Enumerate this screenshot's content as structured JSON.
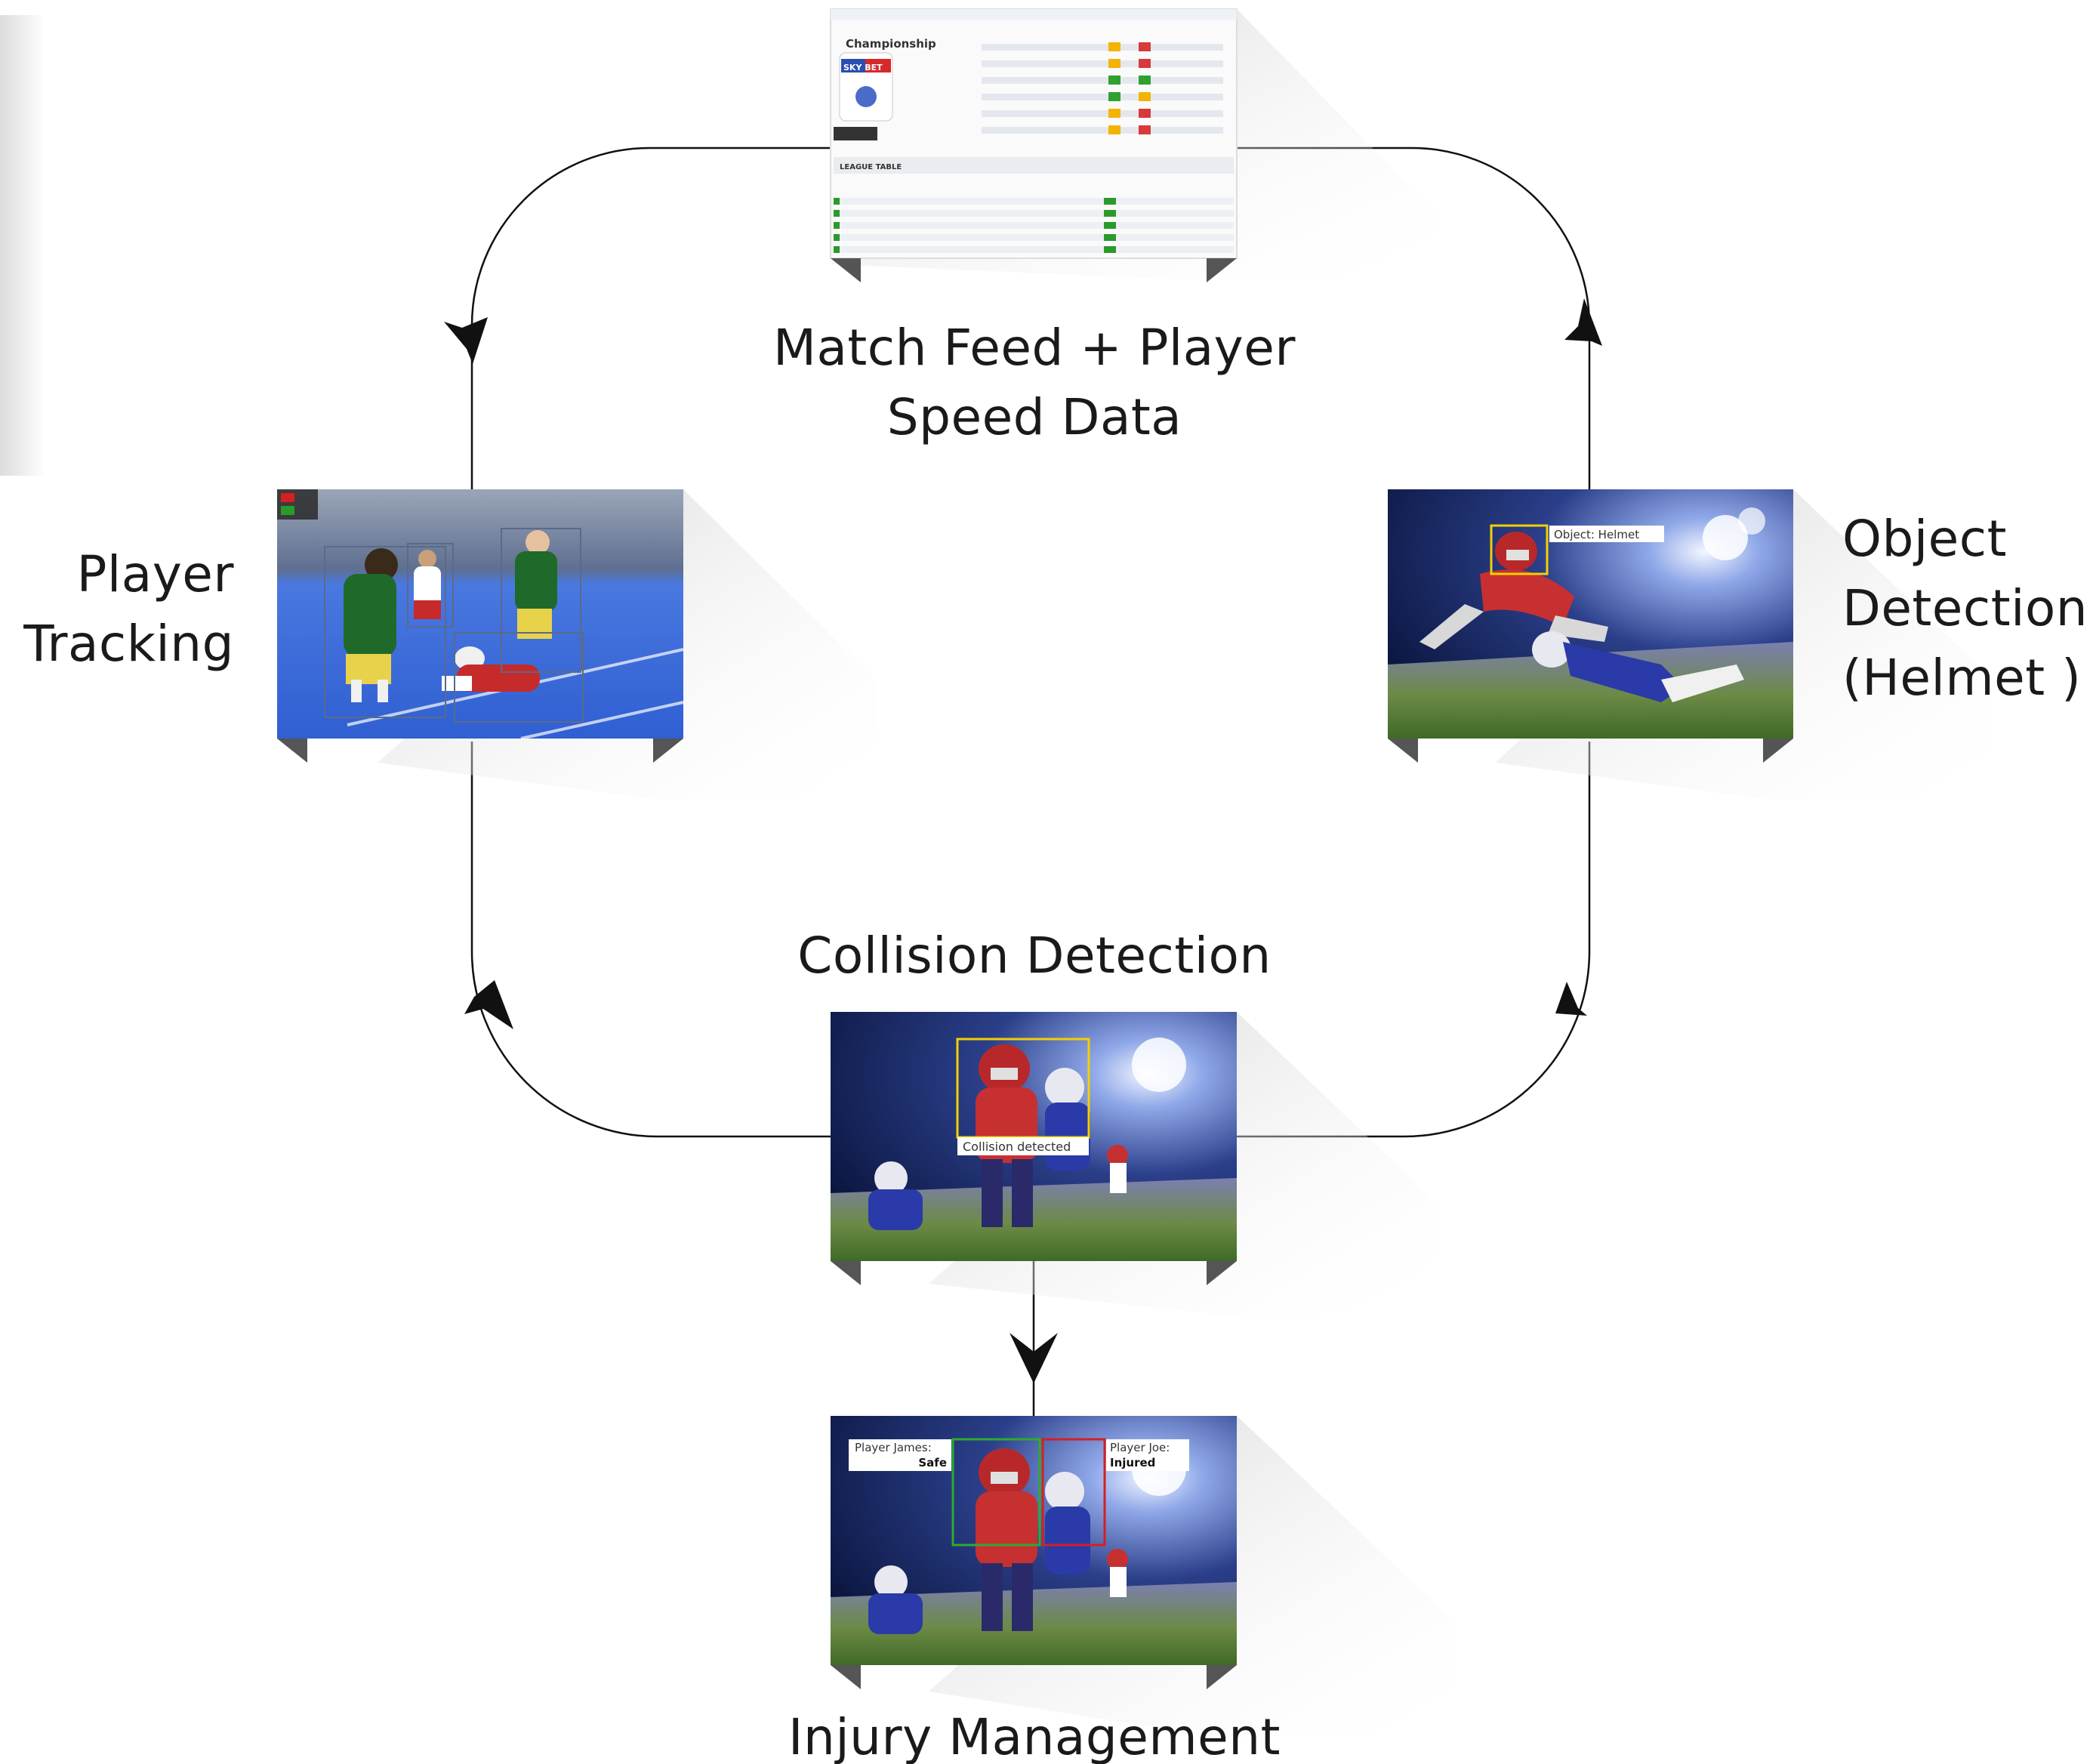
{
  "nodes": {
    "match_feed": {
      "title_line1": "Match Feed + Player",
      "title_line2": "Speed Data",
      "table_title": "Championship",
      "sponsor_badge": "SKY BET",
      "section_heading": "LEAGUE TABLE"
    },
    "player_tracking": {
      "title_line1": "Player",
      "title_line2": "Tracking"
    },
    "object_detection": {
      "title_line1": "Object",
      "title_line2": "Detection",
      "title_line3": "(Helmet )",
      "box_label": "Object: Helmet"
    },
    "collision_detection": {
      "title": "Collision Detection",
      "box_label": "Collision detected"
    },
    "injury_management": {
      "title": "Injury Management",
      "player_a_name": "Player James:",
      "player_a_status": "Safe",
      "player_b_name": "Player Joe:",
      "player_b_status": "Injured"
    }
  },
  "colors": {
    "connector": "#111111",
    "detection_box": "#f2d000",
    "safe_box": "#2faa2f",
    "injured_box": "#d42020",
    "turf": "#5c8a3a",
    "hockey_turf": "#3f6fd8",
    "stadium_sky": "#0e1b4a"
  }
}
